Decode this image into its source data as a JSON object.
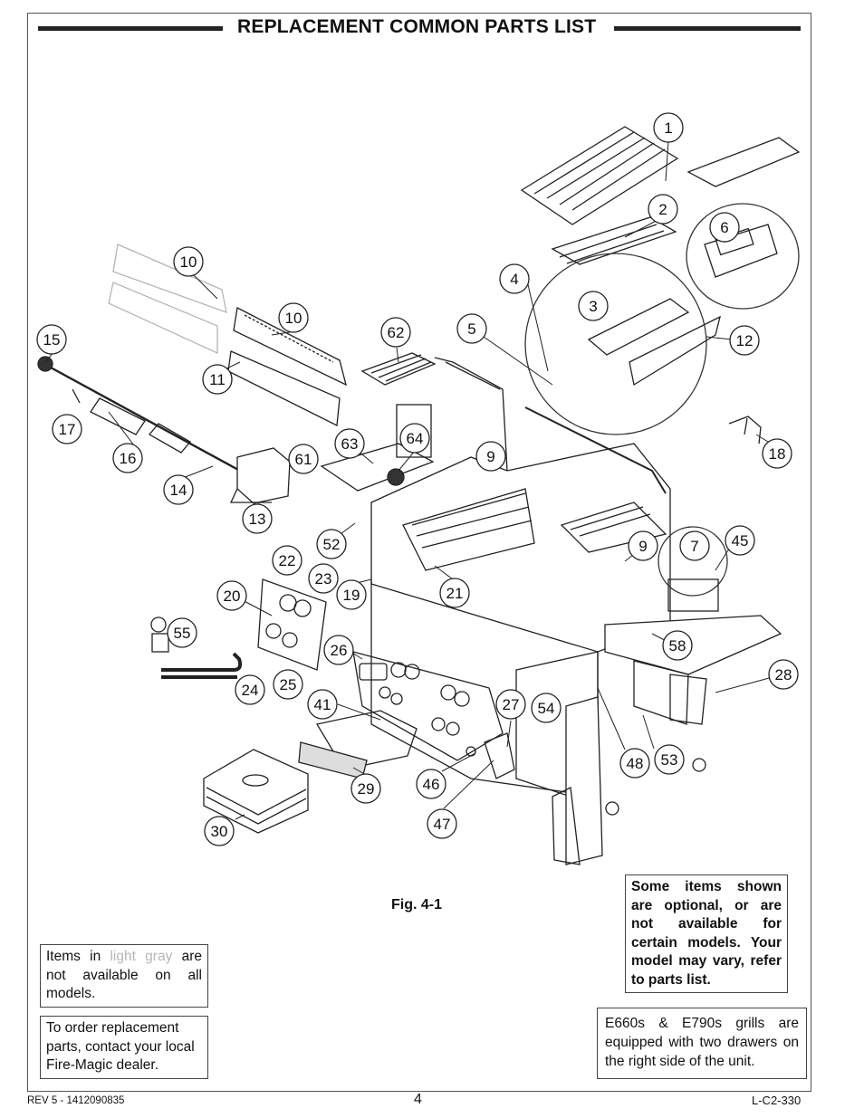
{
  "header": {
    "title": "REPLACEMENT COMMON PARTS LIST"
  },
  "figure": {
    "caption": "Fig. 4-1"
  },
  "callouts": [
    "1",
    "2",
    "3",
    "4",
    "5",
    "6",
    "7",
    "9",
    "9",
    "10",
    "10",
    "11",
    "12",
    "13",
    "14",
    "15",
    "16",
    "17",
    "18",
    "19",
    "20",
    "21",
    "22",
    "23",
    "24",
    "25",
    "26",
    "27",
    "28",
    "29",
    "30",
    "41",
    "45",
    "46",
    "47",
    "48",
    "52",
    "53",
    "54",
    "55",
    "58",
    "61",
    "62",
    "63",
    "64"
  ],
  "notes": {
    "gray_pre": "Items in",
    "gray_word": "light gray",
    "gray_post": "are not available on all models.",
    "order": "To order replacement parts, contact your local Fire-Magic dealer.",
    "optional": "Some items shown are optional, or are not available for certain models. Your model may vary, refer to parts list.",
    "drawers": "E660s & E790s grills are equipped with two drawers on the right side of the unit."
  },
  "footer": {
    "rev": "REV 5 - 1412090835",
    "page": "4",
    "code": "L-C2-330"
  },
  "colors": {
    "line": "#222222",
    "light_gray_part": "#b5b5b5"
  }
}
